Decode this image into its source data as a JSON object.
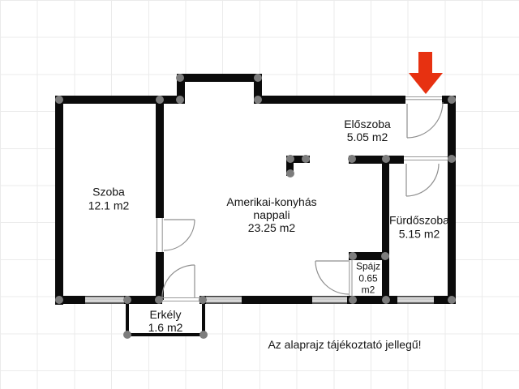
{
  "title": "Apartment floor plan",
  "note": "Az alaprajz tájékoztató jellegű!",
  "rooms": {
    "szoba": {
      "name": "Szoba",
      "area": "12.1 m2"
    },
    "nappali": {
      "name_line1": "Amerikai-konyhás",
      "name_line2": "nappali",
      "area": "23.25 m2"
    },
    "eloszoba": {
      "name": "Előszoba",
      "area": "5.05 m2"
    },
    "furdoszoba": {
      "name": "Fürdőszoba",
      "area": "5.15 m2"
    },
    "spajz": {
      "name": "Spájz",
      "area_value": "0.65",
      "area_unit": "m2"
    },
    "erkely": {
      "name": "Erkély",
      "area": "1.6 m2"
    }
  },
  "icons": {
    "entrance_arrow": "red-down-arrow"
  },
  "colors": {
    "arrow": "#e73111",
    "wall": "#0b0b0b",
    "node": "#7d7d7d",
    "grid": "#ebebeb"
  }
}
